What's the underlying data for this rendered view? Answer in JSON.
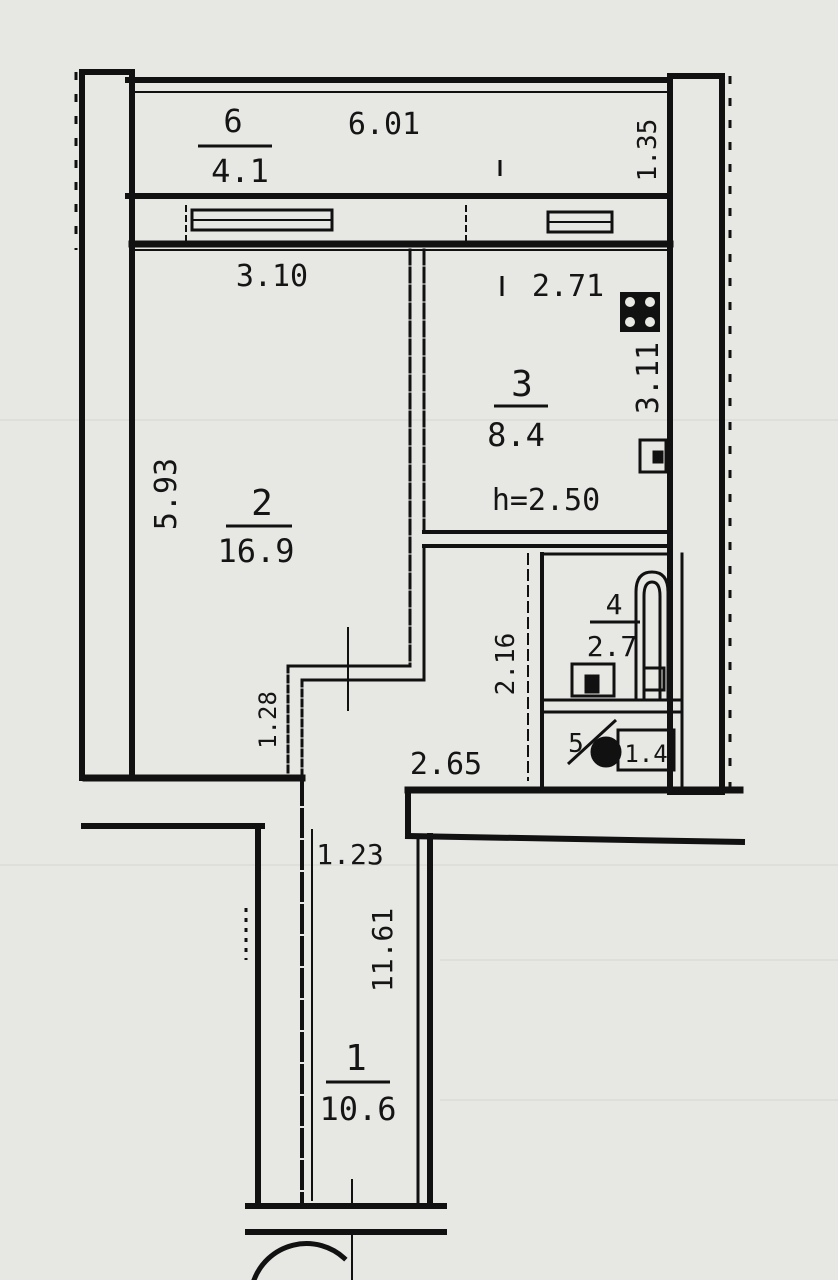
{
  "rooms": [
    {
      "id": "balcony",
      "number": "6",
      "area": "4.1"
    },
    {
      "id": "room",
      "number": "2",
      "area": "16.9"
    },
    {
      "id": "kitchen",
      "number": "3",
      "area": "8.4"
    },
    {
      "id": "bathroom",
      "number": "4",
      "area": "2.7"
    },
    {
      "id": "toilet",
      "number": "5",
      "area": "1.4"
    },
    {
      "id": "hallway",
      "number": "1",
      "area": "10.6"
    }
  ],
  "dimensions": {
    "balcony_length": "6.01",
    "balcony_width": "1.35",
    "room_width": "3.10",
    "kitchen_width": "2.71",
    "room_length": "5.93",
    "kitchen_length": "3.11",
    "bath_length": "2.16",
    "corridor_length": "2.65",
    "door_nook": "1.28",
    "hall_width": "1.23",
    "hall_length": "11.61"
  },
  "ceiling_height": "h=2.50"
}
